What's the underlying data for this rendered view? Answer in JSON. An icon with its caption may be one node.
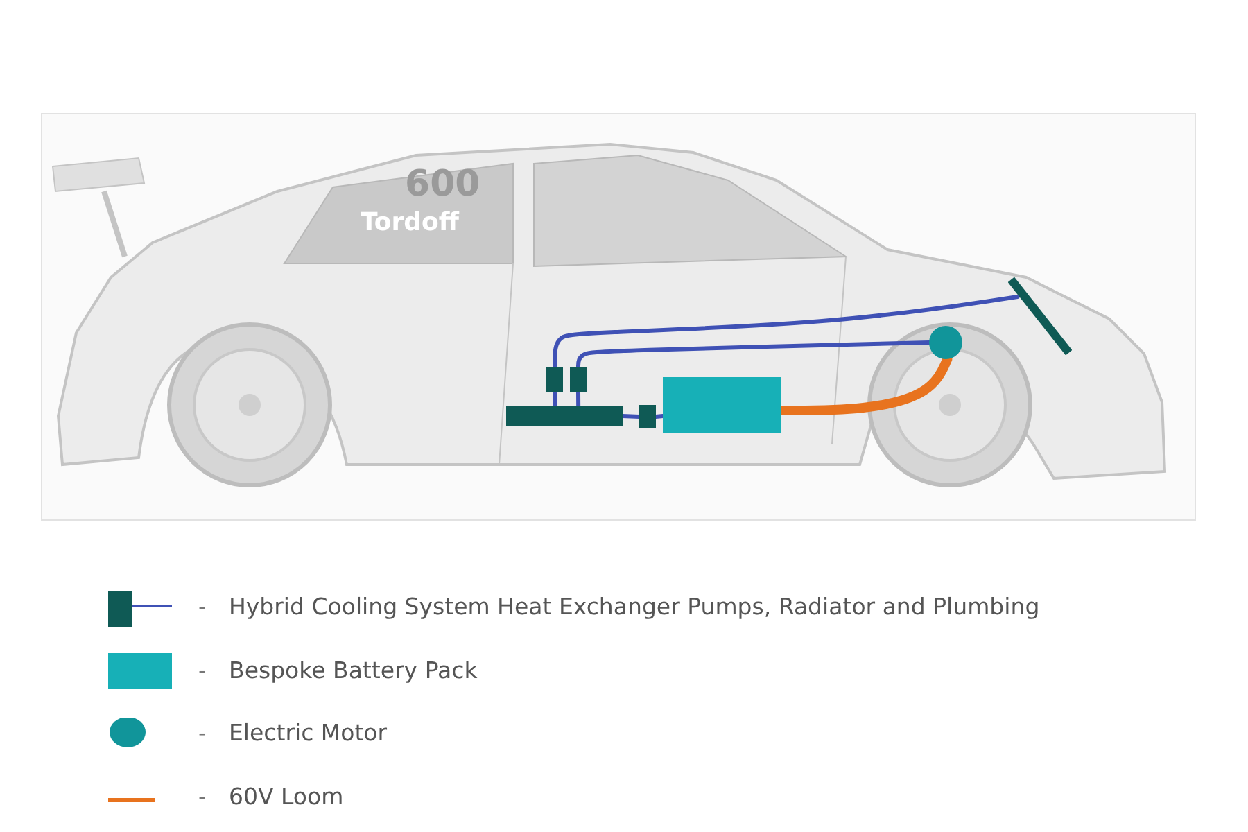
{
  "diagram": {
    "nodes": [
      {
        "text": [],
        "shape": "bar"
      },
      {
        "text": [],
        "shape": "box"
      },
      {
        "text": [],
        "shape": "box"
      },
      {
        "text": [],
        "shape": "box"
      },
      {
        "text": [],
        "shape": "box"
      },
      {
        "text": [],
        "shape": "circle"
      },
      {
        "text": [],
        "shape": "bar"
      }
    ],
    "edges": [
      {
        "from": 0,
        "to": 1,
        "arrow": "none"
      },
      {
        "from": 0,
        "to": 2,
        "arrow": "none"
      },
      {
        "from": 0,
        "to": 3,
        "arrow": "none"
      },
      {
        "from": 3,
        "to": 4,
        "arrow": "none"
      },
      {
        "from": 1,
        "to": 6,
        "arrow": "none"
      },
      {
        "from": 2,
        "to": 5,
        "arrow": "none"
      },
      {
        "from": 4,
        "to": 5,
        "arrow": "none",
        "style": "thick",
        "color": "#e8731e"
      }
    ],
    "labels": [
      "600",
      "Tordoff",
      "-",
      "-",
      "-",
      "-"
    ],
    "legend": [
      {
        "text": "Hybrid Cooling System Heat Exchanger Pumps, Radiator and Plumbing"
      },
      {
        "text": "Bespoke Battery Pack"
      },
      {
        "text": "Electric Motor"
      },
      {
        "text": "60V Loom"
      }
    ]
  }
}
